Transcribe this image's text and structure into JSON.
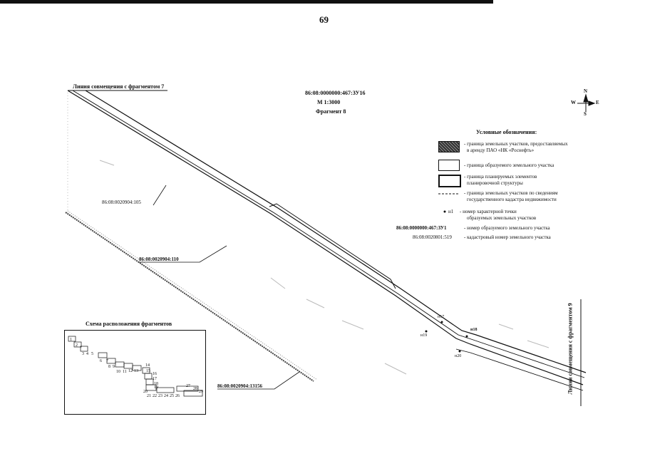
{
  "page": {
    "number": "69"
  },
  "header": {
    "match_line_top": "Линия совмещения с фрагментом 7",
    "parcel_code": "86:08:0000000:467:ЗУ16",
    "scale": "М 1:3000",
    "fragment": "Фрагмент 8"
  },
  "compass": {
    "n": "N",
    "s": "S",
    "e": "E",
    "w": "W"
  },
  "legend": {
    "title": "Условные обозначения:",
    "items": [
      {
        "symbol": "hatched-box",
        "text1": "- граница земельных участков, предоставляемых",
        "text2": "в аренду ПАО «НК «Роснефть»"
      },
      {
        "symbol": "box",
        "text1": "- граница образуемого земельного участка",
        "text2": ""
      },
      {
        "symbol": "double-box",
        "text1": "- граница планируемых элементов",
        "text2": "планировочной структуры"
      },
      {
        "symbol": "dashed",
        "text1": "- граница земельных участков по сведениям",
        "text2": "государственного кадастра недвижимости"
      },
      {
        "symbol": "point",
        "label": "н1",
        "text1": "- номер характерной точки",
        "text2": "образуемых земельных участков"
      },
      {
        "symbol": "text-bold",
        "label": "86:08:0000000:467:ЗУ1",
        "text1": "- номер образуемого земельного участка",
        "text2": ""
      },
      {
        "symbol": "text",
        "label": "86:08:0020801:519",
        "text1": "- кадастровый номер земельного участка",
        "text2": ""
      }
    ]
  },
  "map_labels": {
    "cad_105": "86:08:0020904:105",
    "cad_110": "86:08:0020904:110",
    "cad_13156": "86:08:0020904:13156",
    "match_line_right": "Линия совмещения с фрагментом 9",
    "points": {
      "n17": "н17",
      "n18": "н18",
      "n19": "н19",
      "n20": "н20"
    }
  },
  "inset": {
    "title": "Схема расположения фрагментов",
    "fragments": [
      "1",
      "2",
      "3",
      "4",
      "5",
      "6",
      "7",
      "8",
      "9",
      "10",
      "11",
      "12",
      "13",
      "14",
      "15",
      "16",
      "17",
      "18",
      "19",
      "20",
      "21",
      "22",
      "23",
      "24",
      "25",
      "26",
      "27",
      "28",
      "29"
    ]
  }
}
